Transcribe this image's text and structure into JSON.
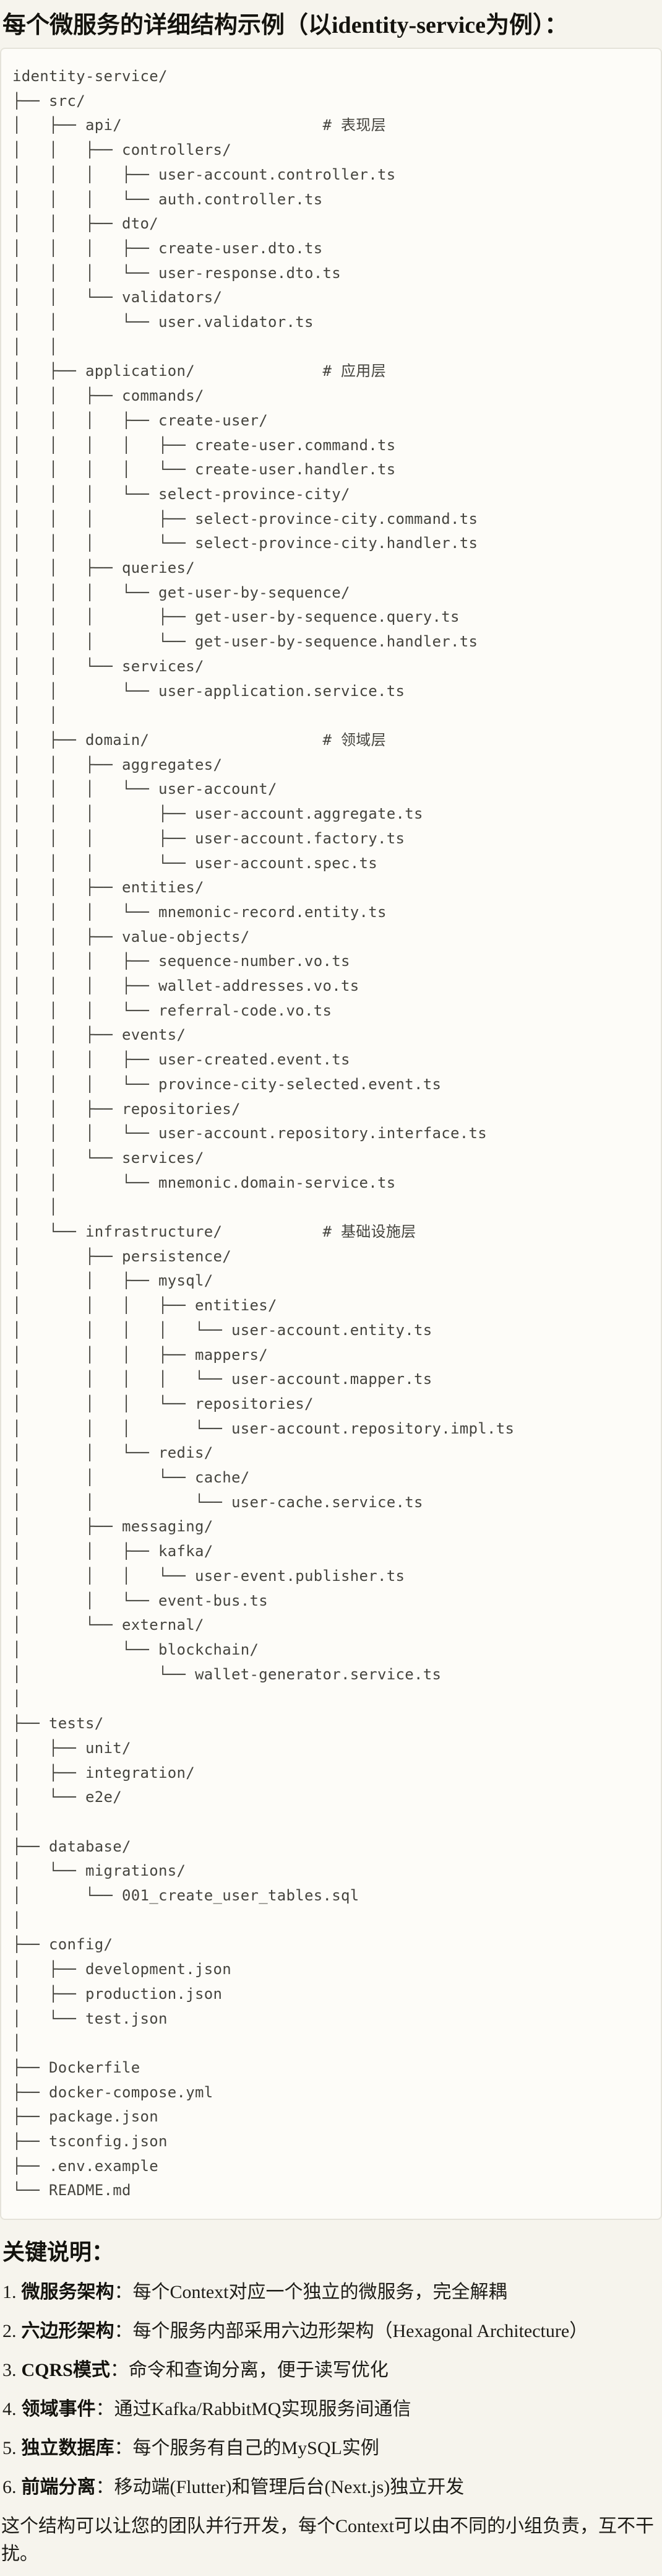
{
  "colors": {
    "page_bg": "#f6f4ed",
    "code_bg": "#fdfcf8",
    "code_border": "#e5e3da",
    "code_text": "#45443e",
    "heading_text": "#14130e",
    "body_text": "#1d1c17"
  },
  "doc": {
    "title": "每个微服务的详细结构示例（以identity-service为例）：",
    "notes_heading": "关键说明：",
    "closing": "这个结构可以让您的团队并行开发，每个Context可以由不同的小组负责，互不干扰。"
  },
  "tree": {
    "lines": [
      "identity-service/",
      "├── src/",
      "│   ├── api/                      # 表现层",
      "│   │   ├── controllers/",
      "│   │   │   ├── user-account.controller.ts",
      "│   │   │   └── auth.controller.ts",
      "│   │   ├── dto/",
      "│   │   │   ├── create-user.dto.ts",
      "│   │   │   └── user-response.dto.ts",
      "│   │   └── validators/",
      "│   │       └── user.validator.ts",
      "│   │",
      "│   ├── application/              # 应用层",
      "│   │   ├── commands/",
      "│   │   │   ├── create-user/",
      "│   │   │   │   ├── create-user.command.ts",
      "│   │   │   │   └── create-user.handler.ts",
      "│   │   │   └── select-province-city/",
      "│   │   │       ├── select-province-city.command.ts",
      "│   │   │       └── select-province-city.handler.ts",
      "│   │   ├── queries/",
      "│   │   │   └── get-user-by-sequence/",
      "│   │   │       ├── get-user-by-sequence.query.ts",
      "│   │   │       └── get-user-by-sequence.handler.ts",
      "│   │   └── services/",
      "│   │       └── user-application.service.ts",
      "│   │",
      "│   ├── domain/                   # 领域层",
      "│   │   ├── aggregates/",
      "│   │   │   └── user-account/",
      "│   │   │       ├── user-account.aggregate.ts",
      "│   │   │       ├── user-account.factory.ts",
      "│   │   │       └── user-account.spec.ts",
      "│   │   ├── entities/",
      "│   │   │   └── mnemonic-record.entity.ts",
      "│   │   ├── value-objects/",
      "│   │   │   ├── sequence-number.vo.ts",
      "│   │   │   ├── wallet-addresses.vo.ts",
      "│   │   │   └── referral-code.vo.ts",
      "│   │   ├── events/",
      "│   │   │   ├── user-created.event.ts",
      "│   │   │   └── province-city-selected.event.ts",
      "│   │   ├── repositories/",
      "│   │   │   └── user-account.repository.interface.ts",
      "│   │   └── services/",
      "│   │       └── mnemonic.domain-service.ts",
      "│   │",
      "│   └── infrastructure/           # 基础设施层",
      "│       ├── persistence/",
      "│       │   ├── mysql/",
      "│       │   │   ├── entities/",
      "│       │   │   │   └── user-account.entity.ts",
      "│       │   │   ├── mappers/",
      "│       │   │   │   └── user-account.mapper.ts",
      "│       │   │   └── repositories/",
      "│       │   │       └── user-account.repository.impl.ts",
      "│       │   └── redis/",
      "│       │       └── cache/",
      "│       │           └── user-cache.service.ts",
      "│       ├── messaging/",
      "│       │   ├── kafka/",
      "│       │   │   └── user-event.publisher.ts",
      "│       │   └── event-bus.ts",
      "│       └── external/",
      "│           └── blockchain/",
      "│               └── wallet-generator.service.ts",
      "│",
      "├── tests/",
      "│   ├── unit/",
      "│   ├── integration/",
      "│   └── e2e/",
      "│",
      "├── database/",
      "│   └── migrations/",
      "│       └── 001_create_user_tables.sql",
      "│",
      "├── config/",
      "│   ├── development.json",
      "│   ├── production.json",
      "│   └── test.json",
      "│",
      "├── Dockerfile",
      "├── docker-compose.yml",
      "├── package.json",
      "├── tsconfig.json",
      "├── .env.example",
      "└── README.md"
    ]
  },
  "notes": [
    {
      "num": "1.",
      "label": "微服务架构",
      "sep": "：",
      "text": "每个Context对应一个独立的微服务，完全解耦"
    },
    {
      "num": "2.",
      "label": "六边形架构",
      "sep": "：",
      "text": "每个服务内部采用六边形架构（Hexagonal Architecture）"
    },
    {
      "num": "3.",
      "label": "CQRS模式",
      "sep": "：",
      "text": "命令和查询分离，便于读写优化"
    },
    {
      "num": "4.",
      "label": "领域事件",
      "sep": "：",
      "text": "通过Kafka/RabbitMQ实现服务间通信"
    },
    {
      "num": "5.",
      "label": "独立数据库",
      "sep": "：",
      "text": "每个服务有自己的MySQL实例"
    },
    {
      "num": "6.",
      "label": "前端分离",
      "sep": "：",
      "text": "移动端(Flutter)和管理后台(Next.js)独立开发"
    }
  ]
}
